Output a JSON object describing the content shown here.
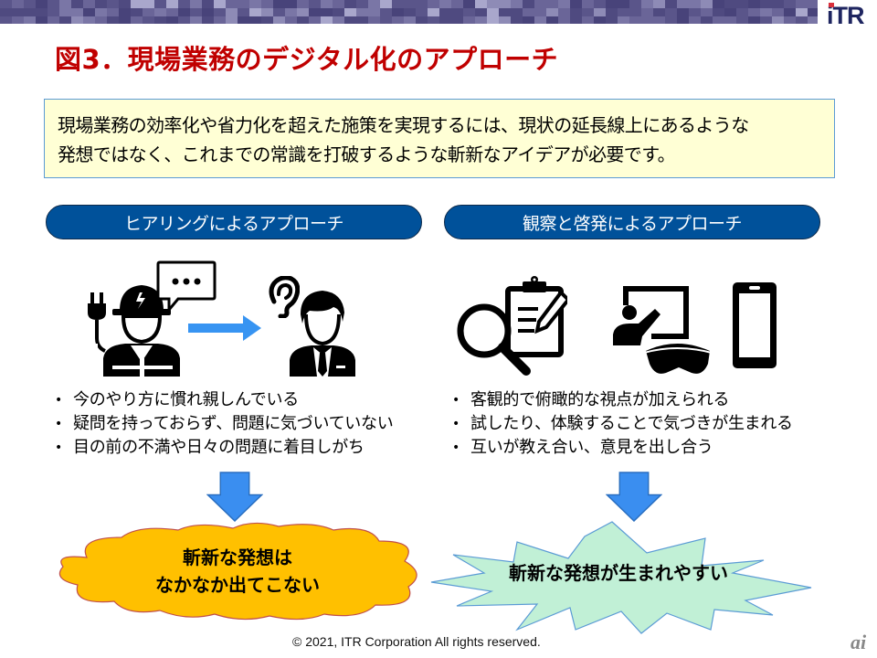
{
  "header": {
    "logo_text": "iTR",
    "brand_accent": "#d9303c",
    "band_color": "#5f5a8e"
  },
  "title": "図3．現場業務のデジタル化のアプローチ",
  "intro": {
    "lines": [
      "現場業務の効率化や省力化を超えた施策を実現するには、現状の延長線上にあるような",
      "発想ではなく、これまでの常識を打破するような斬新なアイデアが必要です。"
    ]
  },
  "columns": [
    {
      "heading": "ヒアリングによるアプローチ",
      "icons": [
        "electrician-worker-icon",
        "speech-bubble-icon",
        "arrow-right-icon",
        "ear-icon",
        "businessman-icon"
      ],
      "bullets": [
        "今のやり方に慣れ親しんでいる",
        "疑問を持っておらず、問題に気づいていない",
        "目の前の不満や日々の問題に着目しがち"
      ],
      "result": {
        "lines": [
          "斬新な発想は",
          "なかなか出てこない"
        ],
        "shape": "cloud",
        "fill": "#ffc000"
      }
    },
    {
      "heading": "観察と啓発によるアプローチ",
      "icons": [
        "magnifier-icon",
        "clipboard-pencil-icon",
        "presenter-board-icon",
        "vr-headset-icon",
        "smartphone-icon"
      ],
      "bullets": [
        "客観的で俯瞰的な視点が加えられる",
        "試したり、体験することで気づきが生まれる",
        "互いが教え合い、意見を出し合う"
      ],
      "result": {
        "lines": [
          "斬新な発想が生まれやすい"
        ],
        "shape": "explosion",
        "fill": "#c1f0d6"
      }
    }
  ],
  "footer": {
    "copyright": "© 2021, ITR  Corporation  All rights reserved.",
    "watermark": "ai"
  }
}
